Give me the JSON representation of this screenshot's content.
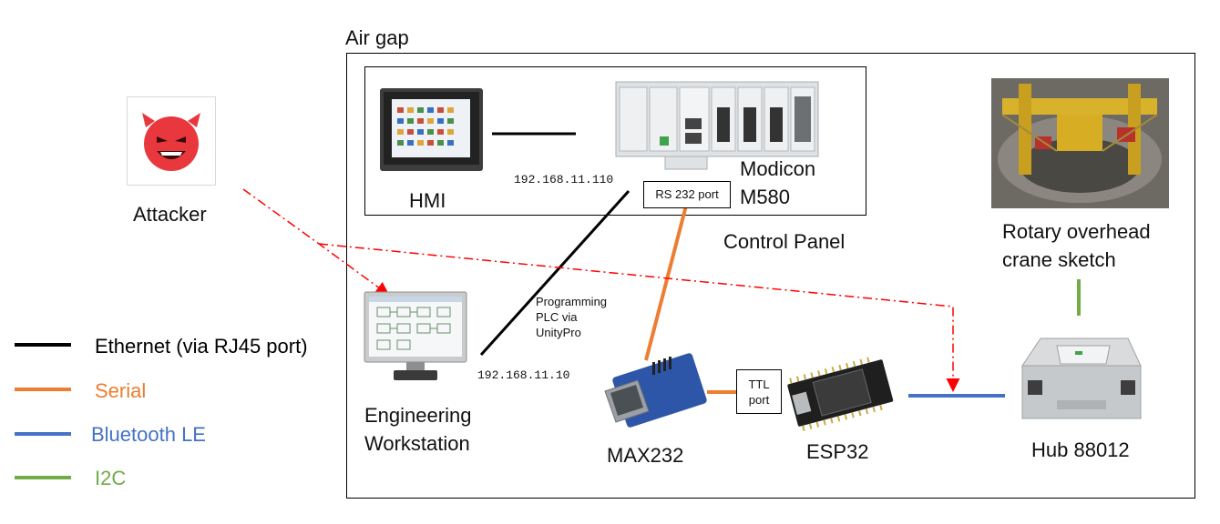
{
  "air_gap_label": "Air gap",
  "control_panel_label": "Control Panel",
  "nodes": {
    "attacker": "Attacker",
    "hmi": "HMI",
    "modicon": "Modicon\nM580",
    "engineering": "Engineering\nWorkstation",
    "max232": "MAX232",
    "esp32": "ESP32",
    "hub": "Hub 88012",
    "crane": "Rotary overhead\ncrane sketch"
  },
  "ports": {
    "rs232": "RS 232 port",
    "ttl": "TTL\nport"
  },
  "addresses": {
    "plc_ip": "192.168.11.110",
    "ews_ip": "192.168.11.10"
  },
  "programming_note": "Programming\nPLC via\nUnityPro",
  "legend": [
    {
      "label": "Ethernet (via RJ45 port)",
      "color": "#000000"
    },
    {
      "label": "Serial",
      "color": "#ED7D31"
    },
    {
      "label": "Bluetooth LE",
      "color": "#4472C4"
    },
    {
      "label": "I2C",
      "color": "#70AD47"
    }
  ],
  "colors": {
    "ethernet": "#000000",
    "serial": "#ED7D31",
    "bluetooth": "#4472C4",
    "i2c": "#70AD47",
    "attack_path": "#FF0000",
    "devil": "#E8383D"
  }
}
